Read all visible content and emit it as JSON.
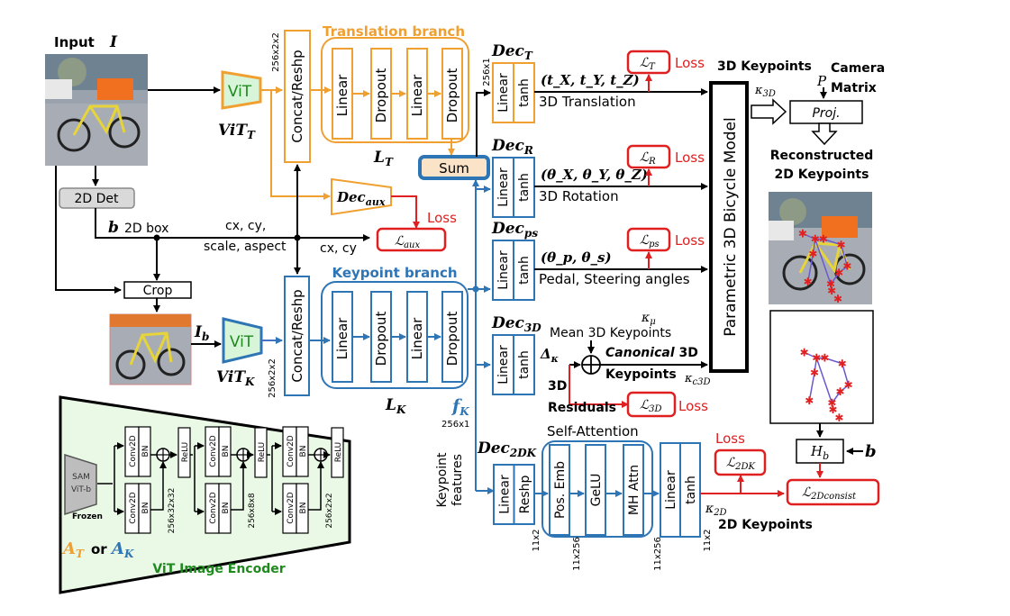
{
  "colors": {
    "orange": "#F0A030",
    "blue": "#2E75B6",
    "red": "#E02020",
    "green_fill": "#D9F5D9",
    "green_text": "#1E8A1E",
    "gray_fill": "#BDBDBD",
    "sum_fill": "#FBE3C8"
  },
  "input": {
    "label": "Input",
    "symbol": "I"
  },
  "vit_t": {
    "label": "ViT",
    "name": "ViT",
    "sub": "T"
  },
  "vit_k": {
    "label": "ViT",
    "name": "ViT",
    "sub": "K"
  },
  "det2d": {
    "label": "2D Det"
  },
  "box": {
    "symbol": "b",
    "label": "2D box"
  },
  "crop": {
    "label": "Crop",
    "out_symbol": "I",
    "out_sub": "b"
  },
  "box_params": {
    "line1": "cx, cy,",
    "line2": "scale, aspect",
    "aux_label": "cx, cy"
  },
  "translation_branch": {
    "title": "Translation branch",
    "concat": "Concat/Reshp",
    "concat_dim": "256x2x2",
    "layers": [
      "Linear",
      "Dropout",
      "Linear",
      "Dropout"
    ],
    "name": "L",
    "sub": "T"
  },
  "keypoint_branch": {
    "title": "Keypoint branch",
    "concat": "Concat/Reshp",
    "concat_dim": "256x2x2",
    "layers": [
      "Linear",
      "Dropout",
      "Linear",
      "Dropout"
    ],
    "name": "L",
    "sub": "K",
    "feature": "f",
    "feature_sub": "K",
    "feature_dim": "256x1",
    "feature_caption": [
      "Keypoint",
      "features"
    ]
  },
  "sum": {
    "label": "Sum",
    "dim": "256x1"
  },
  "dec_aux": {
    "name": "Dec",
    "sub": "aux",
    "loss": "Loss",
    "loss_sym": "ℒ",
    "loss_sub": "aux"
  },
  "decoders": [
    {
      "id": "T",
      "name": "Dec",
      "sub": "T",
      "layers": [
        "Linear",
        "tanh"
      ],
      "output": "(t_X, t_Y, t_Z)",
      "output_label": "3D Translation",
      "loss_sub": "T",
      "loss": "Loss"
    },
    {
      "id": "R",
      "name": "Dec",
      "sub": "R",
      "layers": [
        "Linear",
        "tanh"
      ],
      "output": "(θ_X, θ_Y, θ_Z)",
      "output_label": "3D Rotation",
      "loss_sub": "R",
      "loss": "Loss"
    },
    {
      "id": "ps",
      "name": "Dec",
      "sub": "ps",
      "layers": [
        "Linear",
        "tanh"
      ],
      "output": "(θ_p, θ_s)",
      "output_label": "Pedal, Steering angles",
      "loss_sub": "ps",
      "loss": "Loss"
    },
    {
      "id": "3D",
      "name": "Dec",
      "sub": "3D",
      "layers": [
        "Linear",
        "tanh"
      ],
      "output": "Δ",
      "output_sub": "κ",
      "loss_sub": "3D",
      "loss": "Loss"
    }
  ],
  "residuals": {
    "line1": "3D",
    "line2": "Residuals"
  },
  "mean_kp": {
    "symbol": "κ",
    "sub": "μ",
    "label": "Mean 3D Keypoints"
  },
  "canonical": {
    "italic": "Canonical",
    "rest": "3D",
    "line2": "Keypoints",
    "symbol": "κ",
    "sub": "c3D"
  },
  "bicycle_model": {
    "label": "Parametric 3D Bicycle Model"
  },
  "keypoints3d": {
    "label": "3D Keypoints",
    "symbol": "κ",
    "sub": "3D"
  },
  "camera": {
    "symbol": "P",
    "line1": "Camera",
    "line2": "Matrix"
  },
  "proj": {
    "label": "Proj."
  },
  "reconstructed": {
    "line1": "Reconstructed",
    "line2": "2D Keypoints"
  },
  "dec_2dk": {
    "name": "Dec",
    "sub": "2DK",
    "layers_a": [
      "Linear",
      "Reshp"
    ],
    "attention_title": "Self-Attention",
    "attention_layers": [
      "Pos. Emb",
      "GeLU",
      "MH Attn"
    ],
    "layers_b": [
      "Linear",
      "tanh"
    ],
    "dims": [
      "11x2",
      "11x256",
      "11x256",
      "11x2"
    ],
    "output_symbol": "κ",
    "output_sub": "2D",
    "output_label": "2D Keypoints",
    "loss": "Loss",
    "loss_sub": "2DK"
  },
  "hb": {
    "symbol": "H",
    "sub": "b",
    "input": "b"
  },
  "consist": {
    "loss_sub": "2Dconsist"
  },
  "encoder": {
    "title": "ViT Image Encoder",
    "sam": [
      "SAM",
      "ViT-b"
    ],
    "frozen": "Frozen",
    "conv": "Conv2D",
    "bn": "BN",
    "relu": "ReLU",
    "dims": [
      "256x32x32",
      "256x8x8",
      "256x2x2"
    ],
    "at": "A",
    "at_sub": "T",
    "or": "or",
    "ak": "A",
    "ak_sub": "K"
  },
  "keypoints_2d": {
    "points": [
      [
        0.33,
        0.37
      ],
      [
        0.45,
        0.42
      ],
      [
        0.53,
        0.42
      ],
      [
        0.7,
        0.47
      ],
      [
        0.43,
        0.55
      ],
      [
        0.76,
        0.66
      ],
      [
        0.68,
        0.72
      ],
      [
        0.6,
        0.82
      ],
      [
        0.38,
        0.8
      ],
      [
        0.61,
        0.88
      ],
      [
        0.67,
        0.95
      ]
    ],
    "edges": [
      [
        0,
        1
      ],
      [
        1,
        2
      ],
      [
        2,
        3
      ],
      [
        1,
        4
      ],
      [
        4,
        8
      ],
      [
        1,
        7
      ],
      [
        7,
        6
      ],
      [
        6,
        5
      ],
      [
        3,
        5
      ],
      [
        7,
        9
      ]
    ]
  }
}
